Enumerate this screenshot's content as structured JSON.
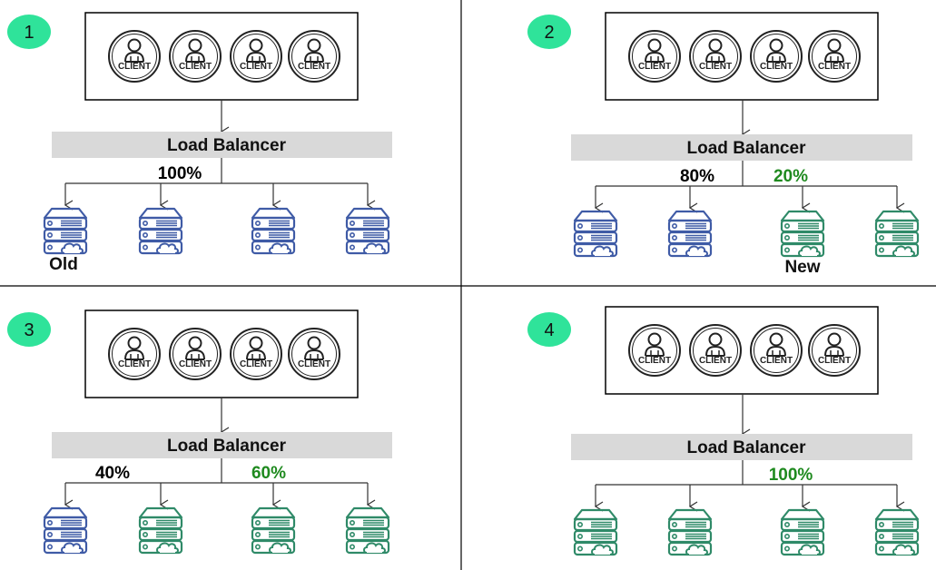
{
  "colors": {
    "badge": "#2fe39a",
    "lb_bar": "#d9d9d9",
    "old_server": "#3f5ba6",
    "new_server": "#2f8a68",
    "old_pct_text": "#000000",
    "new_pct_text": "#1f8a1f"
  },
  "client_label": "CLIENT",
  "lb_label": "Load Balancer",
  "panels": [
    {
      "step": "1",
      "servers": [
        "old",
        "old",
        "old",
        "old"
      ],
      "old_pct": "100%",
      "new_pct": "",
      "caption_old": "Old",
      "caption_new": ""
    },
    {
      "step": "2",
      "servers": [
        "old",
        "old",
        "new",
        "new"
      ],
      "old_pct": "80%",
      "new_pct": "20%",
      "caption_old": "",
      "caption_new": "New"
    },
    {
      "step": "3",
      "servers": [
        "old",
        "new",
        "new",
        "new"
      ],
      "old_pct": "40%",
      "new_pct": "60%",
      "caption_old": "",
      "caption_new": ""
    },
    {
      "step": "4",
      "servers": [
        "new",
        "new",
        "new",
        "new"
      ],
      "old_pct": "",
      "new_pct": "100%",
      "caption_old": "",
      "caption_new": ""
    }
  ]
}
